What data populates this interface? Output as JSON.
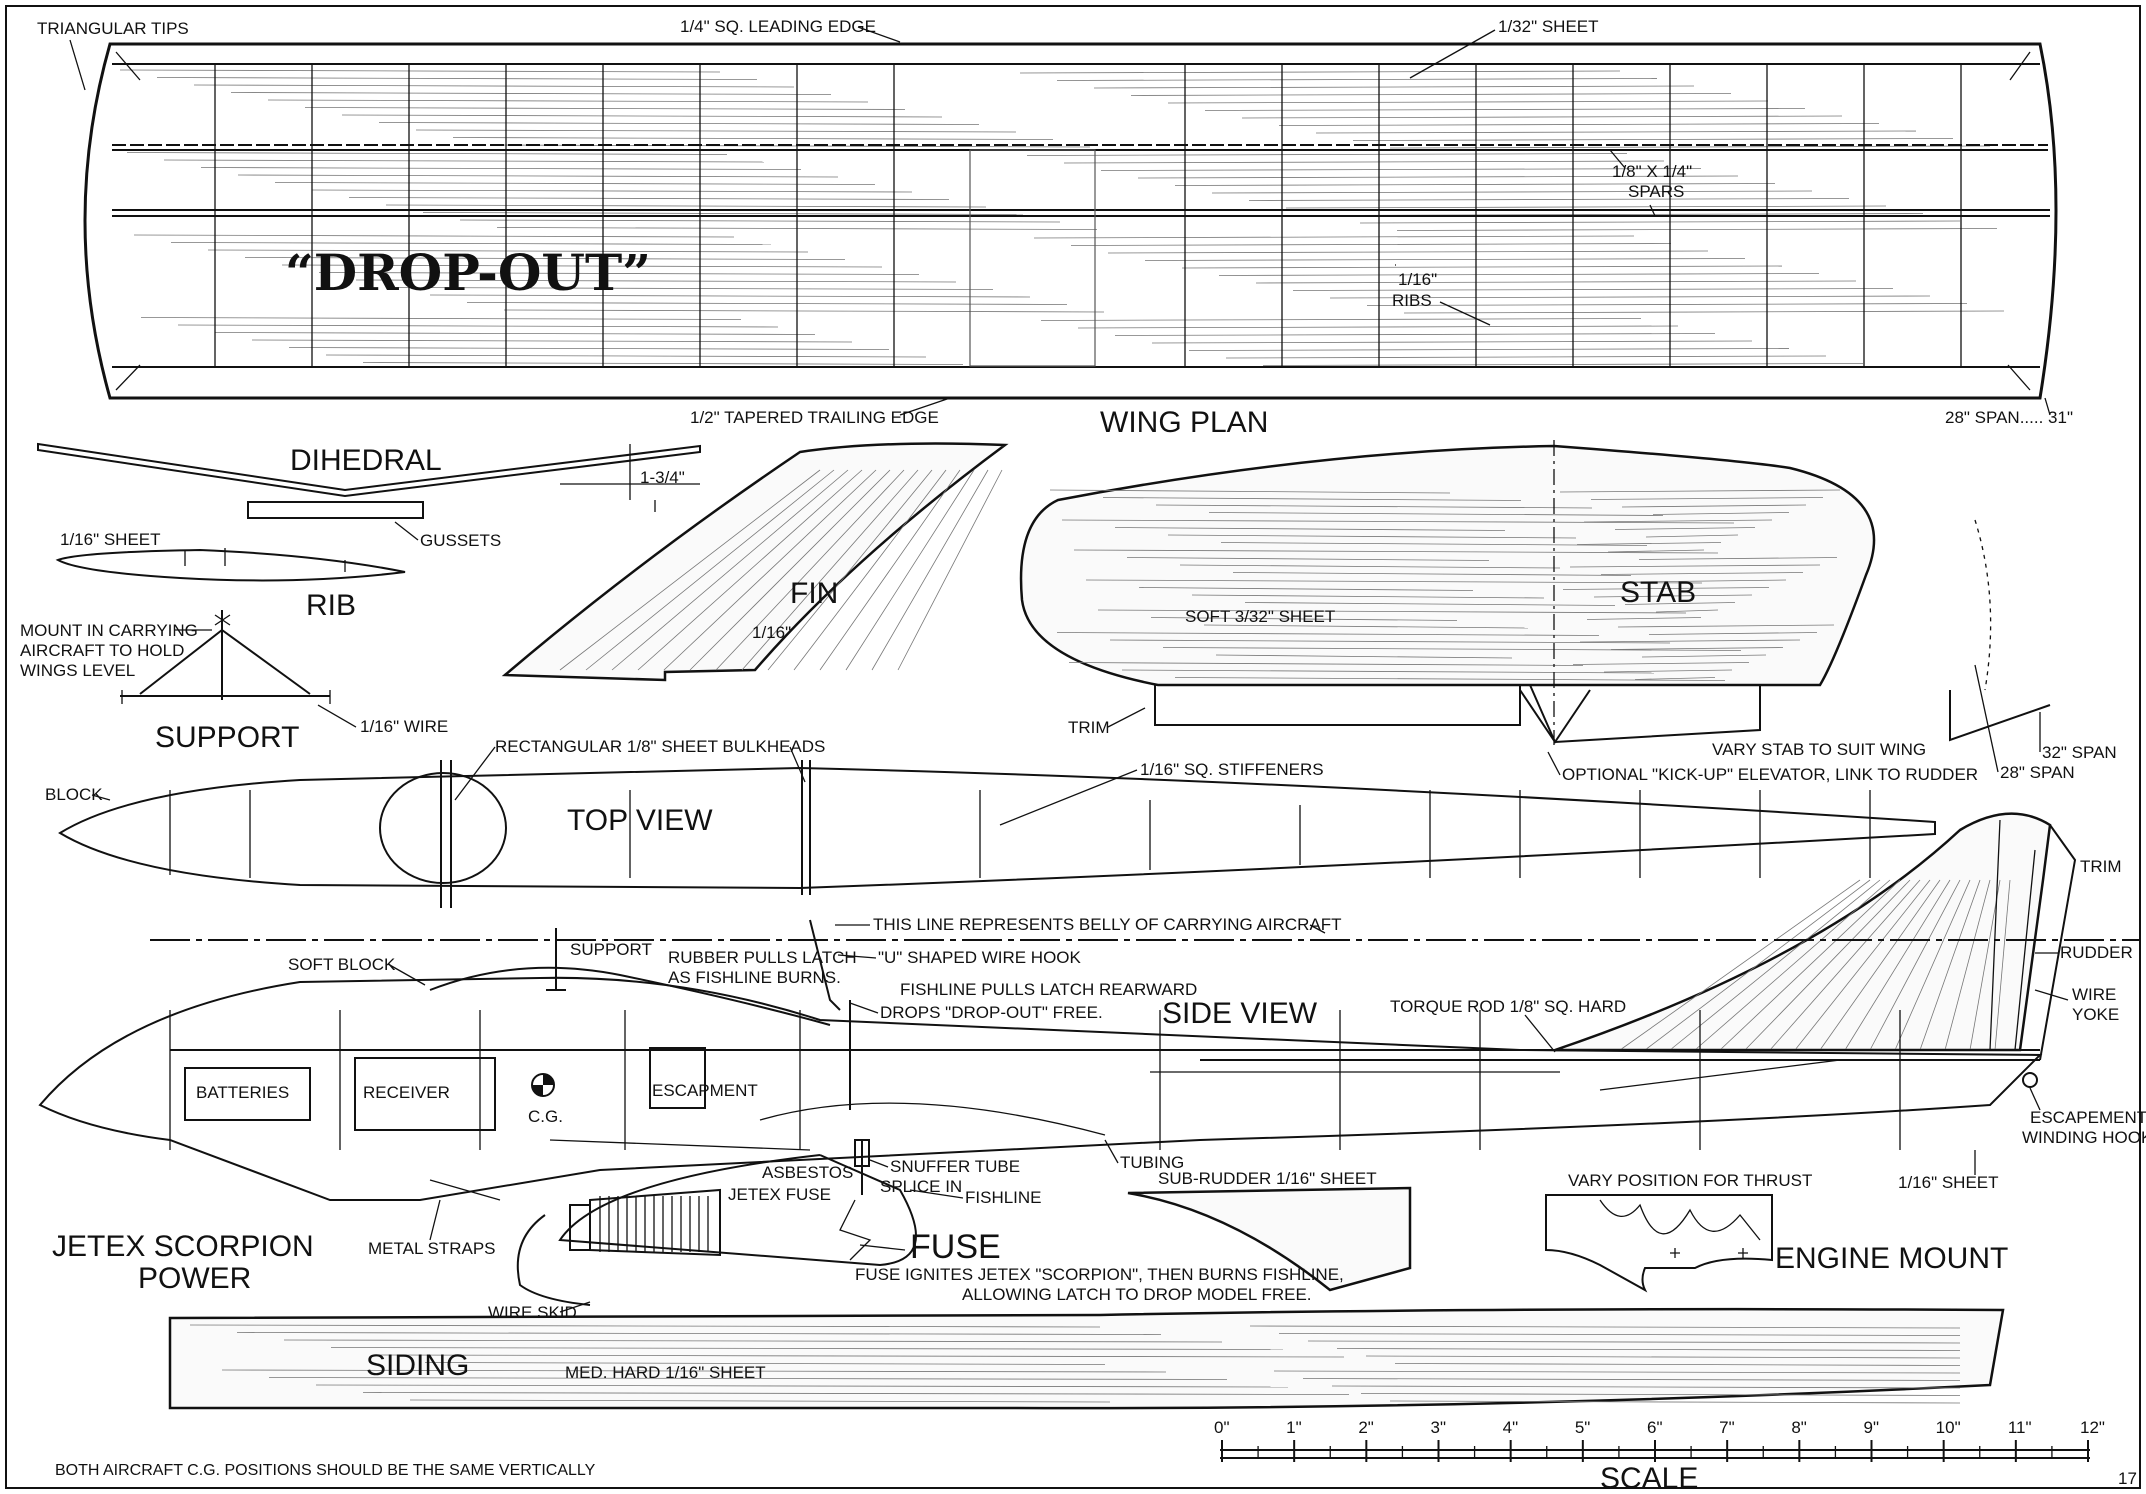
{
  "title": "“DROP-OUT”",
  "wing": {
    "plan_label": "WING PLAN",
    "triangular_tips": "TRIANGULAR TIPS",
    "leading_edge": "1/4\" SQ. LEADING EDGE",
    "sheet": "1/32\" SHEET",
    "spars_1": "1/8\" X 1/4\"",
    "spars_2": "SPARS",
    "ribs_1": "1/16\"",
    "ribs_2": "RIBS",
    "trailing_edge": "1/2\" TAPERED TRAILING EDGE",
    "span": "28\" SPAN..... 31\""
  },
  "dihedral": {
    "label": "DIHEDRAL",
    "height": "1-3/4\"",
    "gussets": "GUSSETS",
    "sheet": "1/16\" SHEET",
    "rib": "RIB"
  },
  "support": {
    "label": "SUPPORT",
    "note_1": "MOUNT IN CARRYING",
    "note_2": "AIRCRAFT TO HOLD",
    "note_3": "WINGS LEVEL",
    "wire": "1/16\" WIRE"
  },
  "fin": {
    "label": "FIN",
    "thickness": "1/16\""
  },
  "stab": {
    "label": "STAB",
    "sheet": "SOFT 3/32\" SHEET",
    "trim": "TRIM",
    "kickup": "OPTIONAL \"KICK-UP\" ELEVATOR, LINK TO RUDDER",
    "vary": "VARY STAB TO SUIT WING",
    "span_32": "32\" SPAN",
    "span_28": "28\" SPAN"
  },
  "top_view": {
    "label": "TOP VIEW",
    "bulkheads": "RECTANGULAR 1/8\" SHEET BULKHEADS",
    "stiffeners": "1/16\" SQ. STIFFENERS",
    "block": "BLOCK"
  },
  "side_view": {
    "label": "SIDE VIEW",
    "belly": "THIS LINE REPRESENTS BELLY OF CARRYING AIRCRAFT",
    "support": "SUPPORT",
    "soft_block": "SOFT BLOCK",
    "rubber_1": "RUBBER PULLS LATCH",
    "rubber_2": "AS FISHLINE BURNS.",
    "u_hook": "\"U\" SHAPED WIRE HOOK",
    "fishline_rear": "FISHLINE PULLS LATCH REARWARD",
    "drops": "DROPS \"DROP-OUT\" FREE.",
    "torque_rod": "TORQUE ROD 1/8\" SQ. HARD",
    "trim": "TRIM",
    "rudder": "RUDDER",
    "wire_yoke_1": "WIRE",
    "wire_yoke_2": "YOKE",
    "batteries": "BATTERIES",
    "receiver": "RECEIVER",
    "cg": "C.G.",
    "escapement": "ESCAPMENT",
    "esc_hook_1": "ESCAPEMENT",
    "esc_hook_2": "WINDING HOOK",
    "asbestos": "ASBESTOS",
    "snuffer": "SNUFFER TUBE",
    "jetex_fuse": "JETEX FUSE",
    "splice": "SPLICE IN",
    "tubing": "TUBING",
    "fishline": "FISHLINE",
    "metal_straps": "METAL STRAPS",
    "wire_skid": "WIRE SKID",
    "sheet_16": "1/16\" SHEET"
  },
  "sub_rudder": "SUB-RUDDER 1/16\" SHEET",
  "engine_mount": {
    "label": "ENGINE MOUNT",
    "vary": "VARY POSITION FOR THRUST"
  },
  "power_1": "JETEX SCORPION",
  "power_2": "POWER",
  "fuse": {
    "label": "FUSE",
    "note_1": "FUSE IGNITES JETEX \"SCORPION\", THEN BURNS FISHLINE,",
    "note_2": "ALLOWING LATCH TO DROP MODEL FREE."
  },
  "siding": {
    "label": "SIDING",
    "sheet": "MED. HARD 1/16\" SHEET"
  },
  "footnote": "BOTH AIRCRAFT C.G. POSITIONS SHOULD BE THE SAME VERTICALLY",
  "scale": {
    "label": "SCALE",
    "ticks": [
      "0\"",
      "1\"",
      "2\"",
      "3\"",
      "4\"",
      "5\"",
      "6\"",
      "7\"",
      "8\"",
      "9\"",
      "10\"",
      "11\"",
      "12\""
    ]
  },
  "page_number": "17"
}
